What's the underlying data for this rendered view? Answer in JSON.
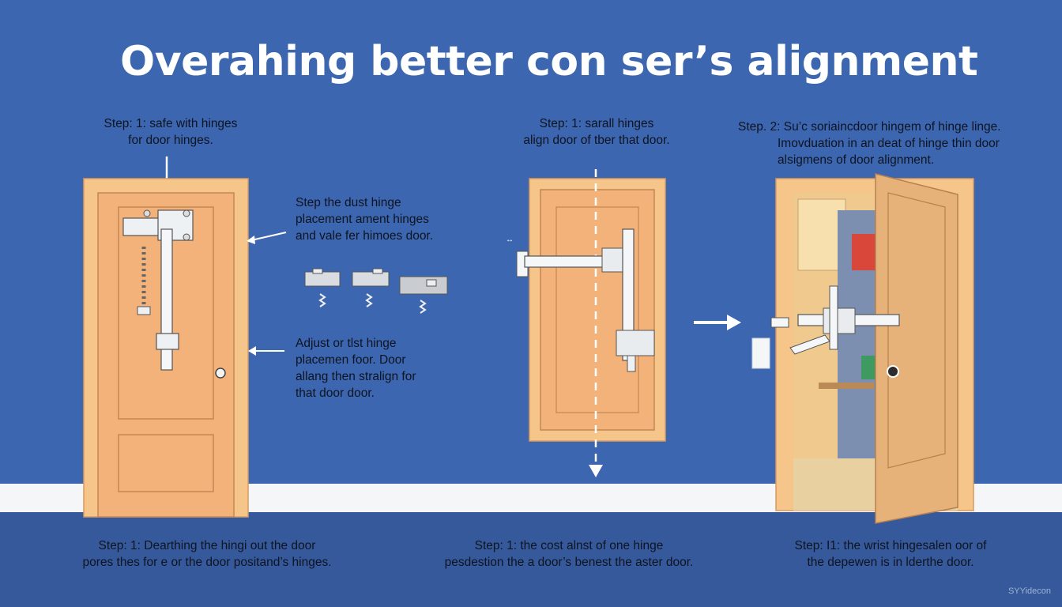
{
  "title": "Overahing better con ser’s alignment",
  "panel1": {
    "caption_top": [
      "Step: 1: safe with hinges",
      "for door hinges."
    ],
    "caption_bottom": [
      "Step: 1: Dearthing the hingi out the door",
      "pores thes for e or the door positand’s hinges."
    ]
  },
  "panel2": {
    "note1": [
      "Step the dust hinge",
      "placement ament hinges",
      "and vale fer himoes door."
    ],
    "note2": [
      "Adjust or tlst hinge",
      "placemen foor. Door",
      "allang then stralign for",
      "that door door."
    ]
  },
  "panel3": {
    "caption_top": [
      "Step: 1: sarall hinges",
      "align door of tber that door."
    ],
    "caption_bottom": [
      "Step: 1: the cost alnst of one hinge",
      "pesdestion the a door’s benest the aster door."
    ]
  },
  "panel4": {
    "caption_top": [
      "Step. 2: Su’c soriaincdoor hingem of hinge linge.",
      "Imovduation in an deat of hinge thin door",
      "alsigmens of door alignment."
    ],
    "caption_bottom": [
      "Step: I1: the wrist hingesalen oor of",
      "the depewen is in lderthe door."
    ]
  },
  "watermark": "SYYidecon",
  "colors": {
    "wall": "#3c66b0",
    "door": "#f2b27a",
    "frame": "#f6c58a",
    "metal": "#e8ecef",
    "arrow": "#ffffff"
  }
}
